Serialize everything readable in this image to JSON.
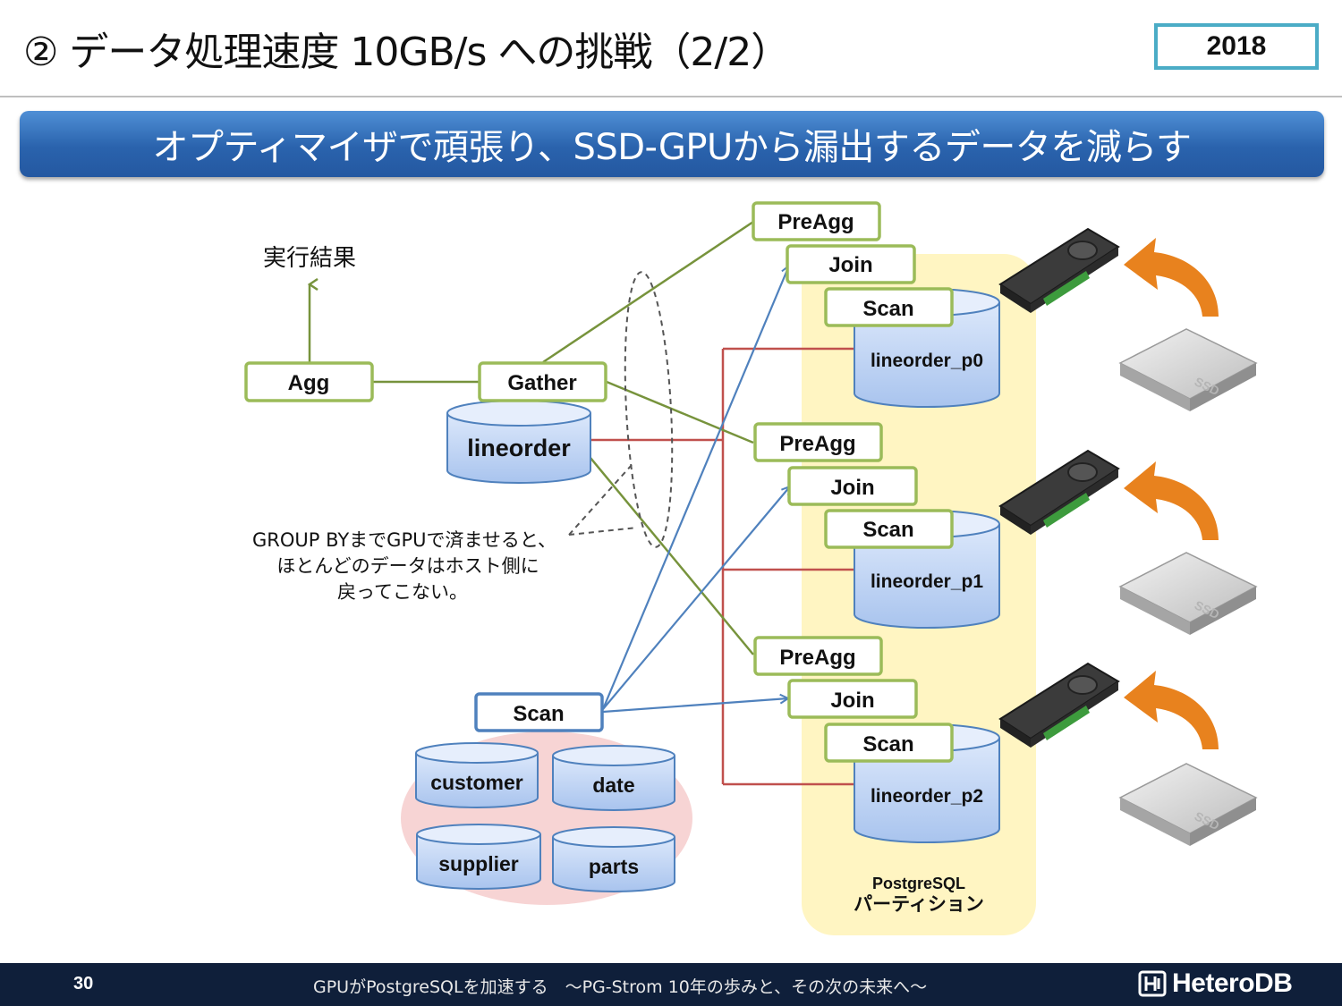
{
  "header": {
    "title": "② データ処理速度 10GB/s への挑戦（2/2）",
    "year": "2018"
  },
  "banner": "オプティマイザで頑張り、SSD-GPUから漏出するデータを減らす",
  "diagram": {
    "result_label": "実行結果",
    "agg": "Agg",
    "gather": "Gather",
    "lineorder": "lineorder",
    "note_lines": [
      "GROUP BYまでGPUで済ませると、",
      "ほとんどのデータはホスト側に",
      "戻ってこない。"
    ],
    "scan": "Scan",
    "dimension_tables": [
      "customer",
      "date",
      "supplier",
      "parts"
    ],
    "partitions": [
      {
        "preagg": "PreAgg",
        "join": "Join",
        "scan": "Scan",
        "table": "lineorder_p0"
      },
      {
        "preagg": "PreAgg",
        "join": "Join",
        "scan": "Scan",
        "table": "lineorder_p1"
      },
      {
        "preagg": "PreAgg",
        "join": "Join",
        "scan": "Scan",
        "table": "lineorder_p2"
      }
    ],
    "partition_label_1": "PostgreSQL",
    "partition_label_2": "パーティション",
    "ssd_label": "SSD"
  },
  "colors": {
    "green": "#77933c",
    "blue": "#4f81bd",
    "red": "#c0504d",
    "orange": "#e8821e",
    "partition_bg": "#fff5c2",
    "dim_bg": "#f7d4d4"
  },
  "footer": {
    "page": "30",
    "text": "GPUがPostgreSQLを加速する　～PG-Strom 10年の歩みと、その次の未来へ～",
    "logo": "HeteroDB"
  }
}
